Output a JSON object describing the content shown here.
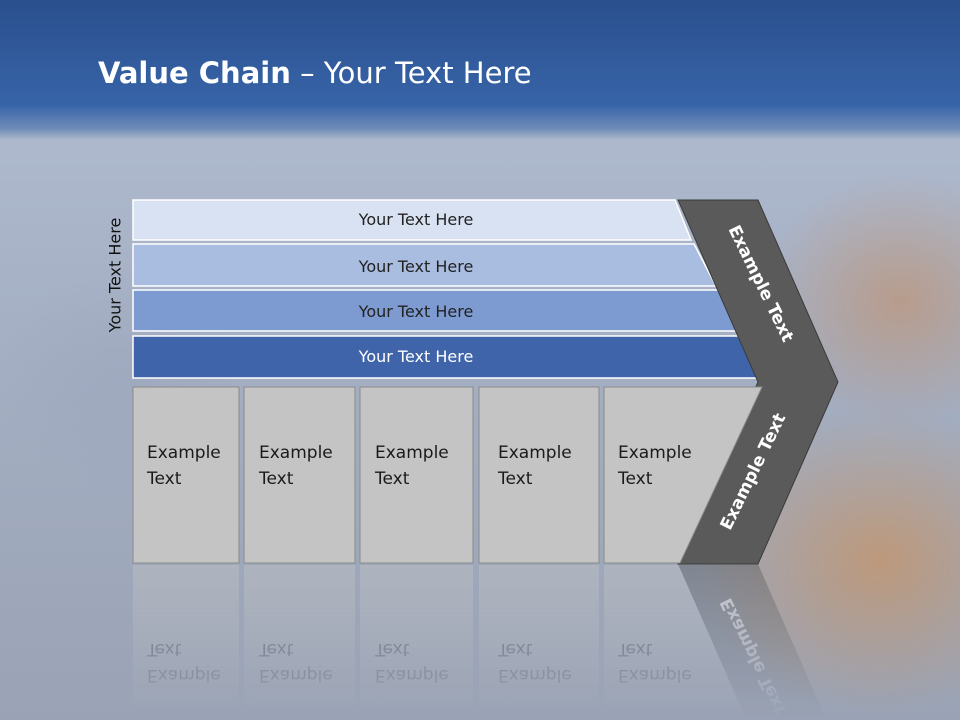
{
  "title": {
    "bold": "Value Chain",
    "rest": " – Your Text Here"
  },
  "side_label": "Your Text Here",
  "bars": [
    {
      "label": "Your Text Here",
      "fill": "#d9e2f2",
      "text_color": "#222222"
    },
    {
      "label": "Your Text Here",
      "fill": "#a9bde0",
      "text_color": "#222222"
    },
    {
      "label": "Your Text Here",
      "fill": "#7e9bd1",
      "text_color": "#222222"
    },
    {
      "label": "Your Text Here",
      "fill": "#3f64a9",
      "text_color": "#ffffff"
    }
  ],
  "boxes": [
    {
      "line1": "Example",
      "line2": "Text"
    },
    {
      "line1": "Example",
      "line2": "Text"
    },
    {
      "line1": "Example",
      "line2": "Text"
    },
    {
      "line1": "Example",
      "line2": "Text"
    },
    {
      "line1": "Example",
      "line2": "Text"
    }
  ],
  "chevron_upper_label": "Example Text",
  "chevron_lower_label": "Example Text",
  "colors": {
    "header": "#3764a8",
    "chevron": "#5a5a5a",
    "box": "#c4c4c4"
  }
}
